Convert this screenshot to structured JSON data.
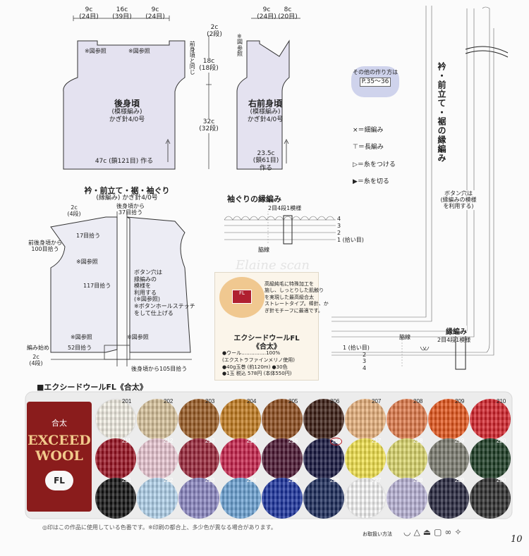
{
  "back_body": {
    "dims_top": [
      {
        "cm": "9c",
        "st": "(24目)"
      },
      {
        "cm": "16c",
        "st": "(39目)"
      },
      {
        "cm": "9c",
        "st": "(24目)"
      }
    ],
    "ref_left": "※図参照",
    "ref_right": "※図参照",
    "title": "後身頃",
    "pattern": "(模様編み)",
    "hook": "かぎ針4/0号",
    "bottom": "47c (鎖121目) 作る",
    "same_as_front": "前身頃と同じ",
    "side_top": {
      "cm": "2c",
      "st": "(2段)"
    },
    "side_mid": {
      "cm": "18c",
      "st": "(18段)"
    },
    "side_low": {
      "cm": "32c",
      "st": "(32段)"
    }
  },
  "right_front": {
    "dims_top": [
      {
        "cm": "9c",
        "st": "(24目)"
      },
      {
        "cm": "8c",
        "st": "(20目)"
      }
    ],
    "ref": "※図参照",
    "title": "右前身頃",
    "pattern": "(模様編み)",
    "hook": "かぎ針4/0号",
    "bottom_cm": "23.5c",
    "bottom_st": "(鎖61目)",
    "bottom_make": "作る"
  },
  "other_method": {
    "line1": "その他の作り方は",
    "line2": "P.35〜36"
  },
  "legend": [
    {
      "symbol": "×",
      "label": "＝細編み"
    },
    {
      "symbol": "⊤",
      "label": "＝長編み"
    },
    {
      "symbol": "▷",
      "label": "＝糸をつける"
    },
    {
      "symbol": "▶",
      "label": "＝糸を切る"
    }
  ],
  "vertical_title": "衿・前立て・裾の縁編み",
  "button_hole_note": [
    "ボタン穴は",
    "(縁編みの模様",
    "を利用する)"
  ],
  "edging_small": {
    "title": "縁編み",
    "repeat": "2目4段1模様",
    "rows": [
      "1 (拾い目)",
      "2",
      "3",
      "4"
    ],
    "center": "脇線"
  },
  "armhole": {
    "title": "袖ぐりの縁編み",
    "repeat": "2目4段1模様",
    "rows": [
      "4",
      "3",
      "2",
      "1 (拾い目)"
    ],
    "center": "脇線"
  },
  "assembly": {
    "title": "衿・前立て・裾・袖ぐり",
    "pattern": "(縁編み) かぎ針4/0号",
    "from_back": "後身頃から",
    "back_st": "37目拾う",
    "top_left": {
      "cm": "2c",
      "st": "(4段)"
    },
    "pick17": "17目拾う",
    "front_neck": "前後身頃から",
    "pick100": "100目拾う",
    "ref1": "※図参照",
    "pick117": "117目拾う",
    "button_note": [
      "ボタン穴は",
      "縁編みの",
      "模様を",
      "利用する",
      "(※図参照)",
      "※ボタンホールステッチ",
      "をして仕上げる"
    ],
    "ref2": "※図参照",
    "ref3": "※図参照",
    "pick52": "52目拾う",
    "start": "編み始め",
    "bottom_left": {
      "cm": "2c",
      "st": "(4段)"
    },
    "pick105": "後身頃から105目拾う"
  },
  "yarn_card": {
    "desc": [
      "高級純毛に特殊加工を",
      "施し、しっとりした肌触り",
      "を実現した最高級合太",
      "ストレートタイプ。棒針、か",
      "ぎ針モチーフに最適です。"
    ],
    "name": "エクシードウールFL",
    "weight": "《合太》",
    "wool": "●ウール……………100%",
    "merino": "(エクストラファインメリノ使用)",
    "ball": "●40g玉巻 (約120m) ●30色",
    "price": "●1玉 税込 578円 (本体550円)"
  },
  "watermark": "Elaine scan",
  "color_section": {
    "heading": "■エクシードウールFL《合太》",
    "brand_top": "合太",
    "brand_line1": "EXCEED",
    "brand_line2": "WOOL",
    "brand_badge": "FL",
    "swatches": [
      {
        "no": "201",
        "color": "#f3efe4"
      },
      {
        "no": "202",
        "color": "#d8c29a"
      },
      {
        "no": "203",
        "color": "#9a5a22"
      },
      {
        "no": "204",
        "color": "#c27a1c"
      },
      {
        "no": "205",
        "color": "#8c4a1a"
      },
      {
        "no": "206",
        "color": "#3a1c12"
      },
      {
        "no": "207",
        "color": "#e8b07a"
      },
      {
        "no": "208",
        "color": "#e07848"
      },
      {
        "no": "209",
        "color": "#e6551a"
      },
      {
        "no": "210",
        "color": "#d6222a"
      },
      {
        "no": "211",
        "color": "#9a1020"
      },
      {
        "no": "212",
        "color": "#eac6d2"
      },
      {
        "no": "213",
        "color": "#9a2438"
      },
      {
        "no": "214",
        "color": "#c8204a"
      },
      {
        "no": "215",
        "color": "#4a1430"
      },
      {
        "no": "216",
        "color": "#161640",
        "ring": true
      },
      {
        "no": "217",
        "color": "#f2e24a"
      },
      {
        "no": "218",
        "color": "#dad66a"
      },
      {
        "no": "219",
        "color": "#7a7a6e"
      },
      {
        "no": "220",
        "color": "#1a3a22"
      },
      {
        "no": "221",
        "color": "#121212"
      },
      {
        "no": "222",
        "color": "#b0d2ec"
      },
      {
        "no": "223",
        "color": "#8a86c2"
      },
      {
        "no": "224",
        "color": "#6aa2d4"
      },
      {
        "no": "225",
        "color": "#1a32a0"
      },
      {
        "no": "226",
        "color": "#1a2a5a"
      },
      {
        "no": "227",
        "color": "#f7f7f7"
      },
      {
        "no": "228",
        "color": "#b8b2d6"
      },
      {
        "no": "229",
        "color": "#26263e"
      },
      {
        "no": "230",
        "color": "#2c2c2c"
      }
    ]
  },
  "footer": {
    "note": "◎印はこの作品に使用している色番です。※印刷の都合上、多少色が異なる場合があります。",
    "care": "お取扱い方法",
    "page": "10"
  }
}
